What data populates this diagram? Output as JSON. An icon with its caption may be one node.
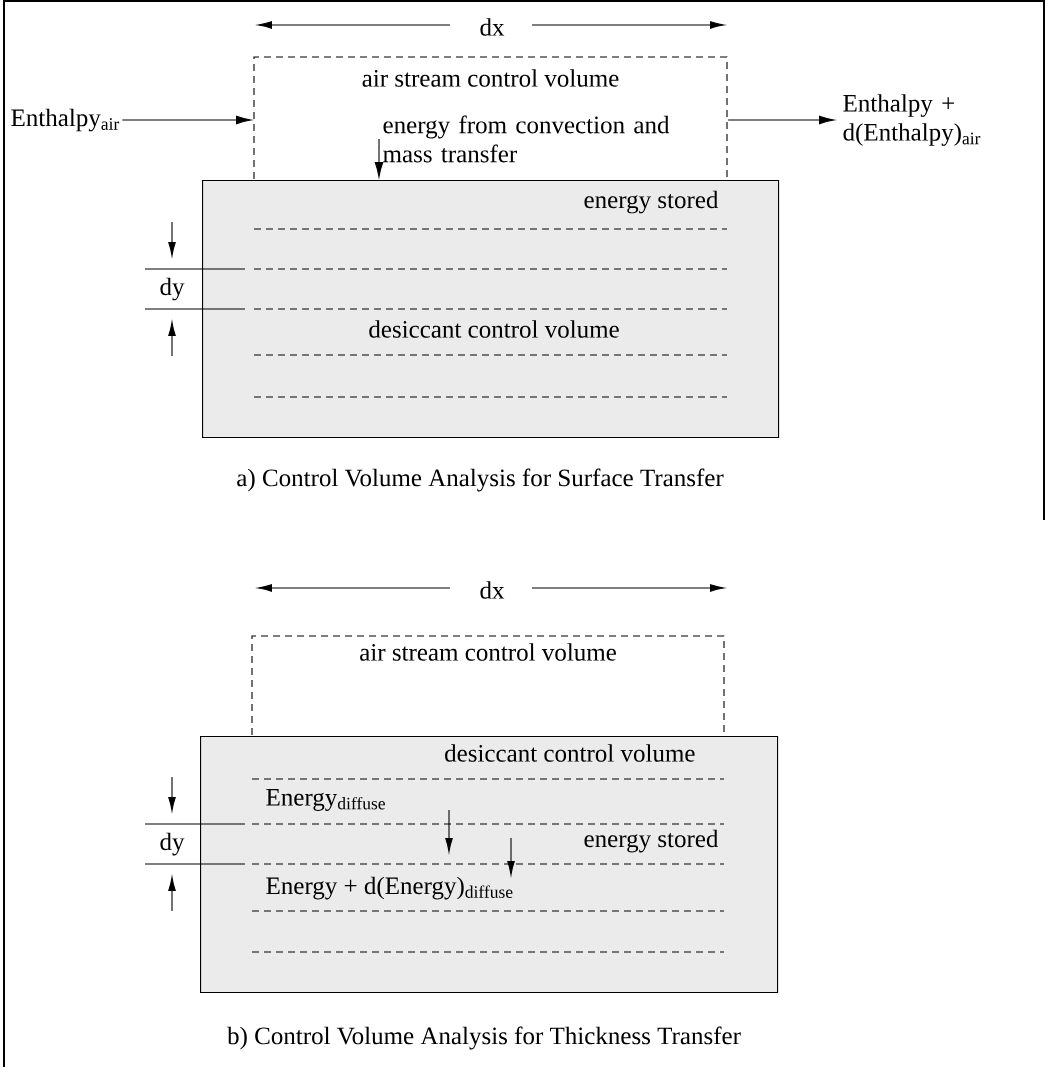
{
  "diagram": {
    "nodes": [
      {
        "text": [
          "Enthalpy$_{air}$"
        ]
      },
      {
        "text": [
          "air stream control volume"
        ]
      },
      {
        "text": [
          "Enthalpy + d(Enthalpy)$_{air}$"
        ]
      },
      {
        "text": [
          "energy from convection and mass transfer"
        ],
        "in": 1
      },
      {
        "text": [
          "energy stored",
          "desiccant control volume"
        ]
      },
      {
        "text": [
          "air stream control volume"
        ]
      },
      {
        "text": [
          "desiccant control volume",
          "Energy$_{diffuse}$",
          "energy stored",
          "Energy + d(Energy)$_{diffuse}$"
        ]
      }
    ],
    "edges": [
      {
        "from": 0,
        "to": 1,
        "arrow": "to"
      },
      {
        "from": 1,
        "to": 2,
        "arrow": "to"
      },
      {
        "from": 3,
        "to": 4,
        "arrow": "to"
      }
    ],
    "labels": [
      "dx",
      "dy",
      "a) Control Volume Analysis for Surface Transfer",
      "dx",
      "dy",
      "b) Control Volume Analysis for Thickness Transfer"
    ]
  }
}
